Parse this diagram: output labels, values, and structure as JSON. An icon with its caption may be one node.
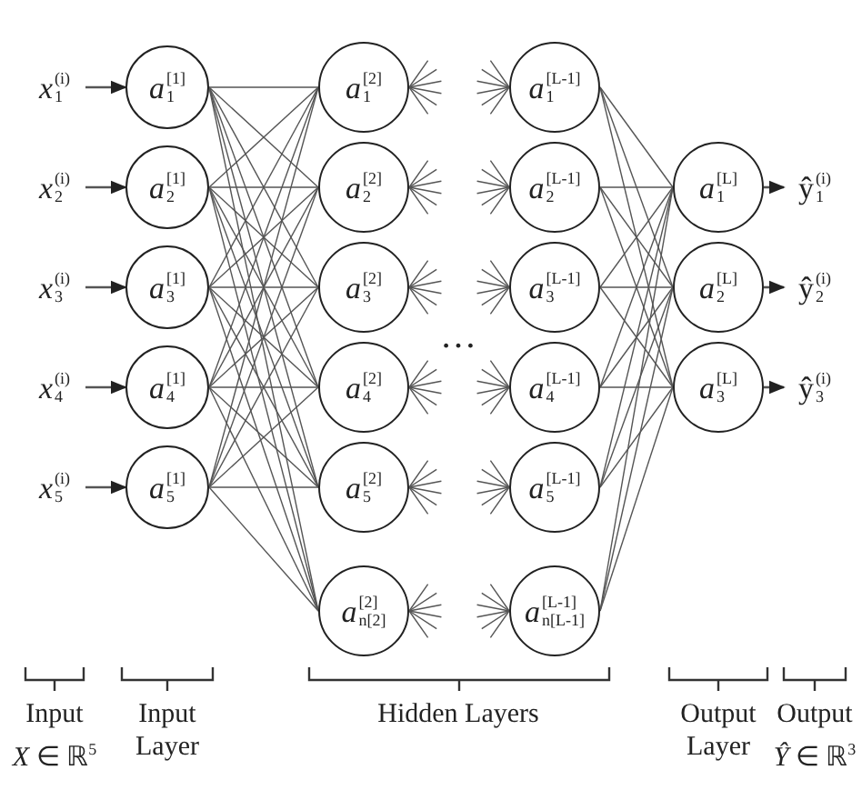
{
  "diagram": {
    "nodes": [
      {
        "text": [
          "*x*$_{1}$$^{(i)}$"
        ]
      },
      {
        "text": [
          "*x*$_{2}$$^{(i)}$"
        ]
      },
      {
        "text": [
          "*x*$_{3}$$^{(i)}$"
        ]
      },
      {
        "text": [
          "*x*$_{4}$$^{(i)}$"
        ]
      },
      {
        "text": [
          "*x*$_{5}$$^{(i)}$"
        ]
      },
      {
        "text": [
          "*a*$_{1}$$^{[1]}$"
        ]
      },
      {
        "text": [
          "*a*$_{2}$$^{[1]}$"
        ]
      },
      {
        "text": [
          "*a*$_{3}$$^{[1]}$"
        ]
      },
      {
        "text": [
          "*a*$_{4}$$^{[1]}$"
        ]
      },
      {
        "text": [
          "*a*$_{5}$$^{[1]}$"
        ]
      },
      {
        "text": [
          "*a*$_{1}$$^{[2]}$"
        ]
      },
      {
        "text": [
          "*a*$_{2}$$^{[2]}$"
        ]
      },
      {
        "text": [
          "*a*$_{3}$$^{[2]}$"
        ]
      },
      {
        "text": [
          "*a*$_{4}$$^{[2]}$"
        ]
      },
      {
        "text": [
          "*a*$_{5}$$^{[2]}$"
        ]
      },
      {
        "text": [
          "*a*$_{n[2]}$$^{[2]}$"
        ]
      },
      {
        "text": [
          "*a*$_{1}$$^{[L-1]}$"
        ]
      },
      {
        "text": [
          "*a*$_{2}$$^{[L-1]}$"
        ]
      },
      {
        "text": [
          "*a*$_{3}$$^{[L-1]}$"
        ]
      },
      {
        "text": [
          "*a*$_{4}$$^{[L-1]}$"
        ]
      },
      {
        "text": [
          "*a*$_{5}$$^{[L-1]}$"
        ]
      },
      {
        "text": [
          "*a*$_{n[L-1]}$$^{[L-1]}$"
        ]
      },
      {
        "text": [
          "*a*$_{1}$$^{[L]}$"
        ]
      },
      {
        "text": [
          "*a*$_{2}$$^{[L]}$"
        ]
      },
      {
        "text": [
          "*a*$_{3}$$^{[L]}$"
        ]
      },
      {
        "text": [
          "ŷ$_{1}$$^{(i)}$"
        ]
      },
      {
        "text": [
          "ŷ$_{2}$$^{(i)}$"
        ]
      },
      {
        "text": [
          "ŷ$_{3}$$^{(i)}$"
        ]
      }
    ],
    "edges": [
      {
        "from": 0,
        "to": 5,
        "arrow": "to"
      },
      {
        "from": 1,
        "to": 6,
        "arrow": "to"
      },
      {
        "from": 2,
        "to": 7,
        "arrow": "to"
      },
      {
        "from": 3,
        "to": 8,
        "arrow": "to"
      },
      {
        "from": 4,
        "to": 9,
        "arrow": "to"
      },
      {
        "from": 5,
        "to": 10,
        "arrow": "none"
      },
      {
        "from": 5,
        "to": 11,
        "arrow": "none"
      },
      {
        "from": 5,
        "to": 12,
        "arrow": "none"
      },
      {
        "from": 5,
        "to": 13,
        "arrow": "none"
      },
      {
        "from": 5,
        "to": 14,
        "arrow": "none"
      },
      {
        "from": 5,
        "to": 15,
        "arrow": "none"
      },
      {
        "from": 6,
        "to": 10,
        "arrow": "none"
      },
      {
        "from": 6,
        "to": 11,
        "arrow": "none"
      },
      {
        "from": 6,
        "to": 12,
        "arrow": "none"
      },
      {
        "from": 6,
        "to": 13,
        "arrow": "none"
      },
      {
        "from": 6,
        "to": 14,
        "arrow": "none"
      },
      {
        "from": 6,
        "to": 15,
        "arrow": "none"
      },
      {
        "from": 7,
        "to": 10,
        "arrow": "none"
      },
      {
        "from": 7,
        "to": 11,
        "arrow": "none"
      },
      {
        "from": 7,
        "to": 12,
        "arrow": "none"
      },
      {
        "from": 7,
        "to": 13,
        "arrow": "none"
      },
      {
        "from": 7,
        "to": 14,
        "arrow": "none"
      },
      {
        "from": 7,
        "to": 15,
        "arrow": "none"
      },
      {
        "from": 8,
        "to": 10,
        "arrow": "none"
      },
      {
        "from": 8,
        "to": 11,
        "arrow": "none"
      },
      {
        "from": 8,
        "to": 12,
        "arrow": "none"
      },
      {
        "from": 8,
        "to": 13,
        "arrow": "none"
      },
      {
        "from": 8,
        "to": 14,
        "arrow": "none"
      },
      {
        "from": 8,
        "to": 15,
        "arrow": "none"
      },
      {
        "from": 9,
        "to": 10,
        "arrow": "none"
      },
      {
        "from": 9,
        "to": 11,
        "arrow": "none"
      },
      {
        "from": 9,
        "to": 12,
        "arrow": "none"
      },
      {
        "from": 9,
        "to": 13,
        "arrow": "none"
      },
      {
        "from": 9,
        "to": 14,
        "arrow": "none"
      },
      {
        "from": 9,
        "to": 15,
        "arrow": "none"
      },
      {
        "from": 10,
        "to": null,
        "arrow": "none"
      },
      {
        "from": 10,
        "to": null,
        "arrow": "none"
      },
      {
        "from": 10,
        "to": null,
        "arrow": "none"
      },
      {
        "from": 10,
        "to": null,
        "arrow": "none"
      },
      {
        "from": 10,
        "to": null,
        "arrow": "none"
      },
      {
        "from": 10,
        "to": null,
        "arrow": "none"
      },
      {
        "from": 11,
        "to": null,
        "arrow": "none"
      },
      {
        "from": 11,
        "to": null,
        "arrow": "none"
      },
      {
        "from": 11,
        "to": null,
        "arrow": "none"
      },
      {
        "from": 11,
        "to": null,
        "arrow": "none"
      },
      {
        "from": 11,
        "to": null,
        "arrow": "none"
      },
      {
        "from": 11,
        "to": null,
        "arrow": "none"
      },
      {
        "from": 12,
        "to": null,
        "arrow": "none"
      },
      {
        "from": 12,
        "to": null,
        "arrow": "none"
      },
      {
        "from": 12,
        "to": null,
        "arrow": "none"
      },
      {
        "from": 12,
        "to": null,
        "arrow": "none"
      },
      {
        "from": 12,
        "to": null,
        "arrow": "none"
      },
      {
        "from": 12,
        "to": null,
        "arrow": "none"
      },
      {
        "from": 13,
        "to": null,
        "arrow": "none"
      },
      {
        "from": 13,
        "to": null,
        "arrow": "none"
      },
      {
        "from": 13,
        "to": null,
        "arrow": "none"
      },
      {
        "from": 13,
        "to": null,
        "arrow": "none"
      },
      {
        "from": 13,
        "to": null,
        "arrow": "none"
      },
      {
        "from": 13,
        "to": null,
        "arrow": "none"
      },
      {
        "from": 14,
        "to": null,
        "arrow": "none"
      },
      {
        "from": 14,
        "to": null,
        "arrow": "none"
      },
      {
        "from": 14,
        "to": null,
        "arrow": "none"
      },
      {
        "from": 14,
        "to": null,
        "arrow": "none"
      },
      {
        "from": 14,
        "to": null,
        "arrow": "none"
      },
      {
        "from": 14,
        "to": null,
        "arrow": "none"
      },
      {
        "from": 15,
        "to": null,
        "arrow": "none"
      },
      {
        "from": 15,
        "to": null,
        "arrow": "none"
      },
      {
        "from": 15,
        "to": null,
        "arrow": "none"
      },
      {
        "from": 15,
        "to": null,
        "arrow": "none"
      },
      {
        "from": 15,
        "to": null,
        "arrow": "none"
      },
      {
        "from": 15,
        "to": null,
        "arrow": "none"
      },
      {
        "from": null,
        "to": 16,
        "arrow": "none"
      },
      {
        "from": null,
        "to": 16,
        "arrow": "none"
      },
      {
        "from": null,
        "to": 16,
        "arrow": "none"
      },
      {
        "from": null,
        "to": 16,
        "arrow": "none"
      },
      {
        "from": null,
        "to": 16,
        "arrow": "none"
      },
      {
        "from": null,
        "to": 16,
        "arrow": "none"
      },
      {
        "from": null,
        "to": 17,
        "arrow": "none"
      },
      {
        "from": null,
        "to": 17,
        "arrow": "none"
      },
      {
        "from": null,
        "to": 17,
        "arrow": "none"
      },
      {
        "from": null,
        "to": 17,
        "arrow": "none"
      },
      {
        "from": null,
        "to": 17,
        "arrow": "none"
      },
      {
        "from": null,
        "to": 17,
        "arrow": "none"
      },
      {
        "from": null,
        "to": 18,
        "arrow": "none"
      },
      {
        "from": null,
        "to": 18,
        "arrow": "none"
      },
      {
        "from": null,
        "to": 18,
        "arrow": "none"
      },
      {
        "from": null,
        "to": 18,
        "arrow": "none"
      },
      {
        "from": null,
        "to": 18,
        "arrow": "none"
      },
      {
        "from": null,
        "to": 18,
        "arrow": "none"
      },
      {
        "from": null,
        "to": 19,
        "arrow": "none"
      },
      {
        "from": null,
        "to": 19,
        "arrow": "none"
      },
      {
        "from": null,
        "to": 19,
        "arrow": "none"
      },
      {
        "from": null,
        "to": 19,
        "arrow": "none"
      },
      {
        "from": null,
        "to": 19,
        "arrow": "none"
      },
      {
        "from": null,
        "to": 19,
        "arrow": "none"
      },
      {
        "from": null,
        "to": 20,
        "arrow": "none"
      },
      {
        "from": null,
        "to": 20,
        "arrow": "none"
      },
      {
        "from": null,
        "to": 20,
        "arrow": "none"
      },
      {
        "from": null,
        "to": 20,
        "arrow": "none"
      },
      {
        "from": null,
        "to": 20,
        "arrow": "none"
      },
      {
        "from": null,
        "to": 20,
        "arrow": "none"
      },
      {
        "from": null,
        "to": 21,
        "arrow": "none"
      },
      {
        "from": null,
        "to": 21,
        "arrow": "none"
      },
      {
        "from": null,
        "to": 21,
        "arrow": "none"
      },
      {
        "from": null,
        "to": 21,
        "arrow": "none"
      },
      {
        "from": null,
        "to": 21,
        "arrow": "none"
      },
      {
        "from": null,
        "to": 21,
        "arrow": "none"
      },
      {
        "from": 16,
        "to": 22,
        "arrow": "none"
      },
      {
        "from": 16,
        "to": 23,
        "arrow": "none"
      },
      {
        "from": 16,
        "to": 24,
        "arrow": "none"
      },
      {
        "from": 17,
        "to": 22,
        "arrow": "none"
      },
      {
        "from": 17,
        "to": 23,
        "arrow": "none"
      },
      {
        "from": 17,
        "to": 24,
        "arrow": "none"
      },
      {
        "from": 18,
        "to": 22,
        "arrow": "none"
      },
      {
        "from": 18,
        "to": 23,
        "arrow": "none"
      },
      {
        "from": 18,
        "to": 24,
        "arrow": "none"
      },
      {
        "from": 19,
        "to": 22,
        "arrow": "none"
      },
      {
        "from": 19,
        "to": 23,
        "arrow": "none"
      },
      {
        "from": 19,
        "to": 24,
        "arrow": "none"
      },
      {
        "from": 20,
        "to": 22,
        "arrow": "none"
      },
      {
        "from": 20,
        "to": 23,
        "arrow": "none"
      },
      {
        "from": 20,
        "to": 24,
        "arrow": "none"
      },
      {
        "from": 21,
        "to": 22,
        "arrow": "none"
      },
      {
        "from": 21,
        "to": 23,
        "arrow": "none"
      },
      {
        "from": 21,
        "to": 24,
        "arrow": "none"
      },
      {
        "from": 22,
        "to": 25,
        "arrow": "to"
      },
      {
        "from": 23,
        "to": 26,
        "arrow": "to"
      },
      {
        "from": 24,
        "to": 27,
        "arrow": "to"
      }
    ],
    "labels": [
      "…",
      "Input",
      "*X* ∈ ℝ$^{5}$",
      "Input Layer",
      "Hidden Layers",
      "Output Layer",
      "Output",
      "*Ŷ* ∈ ℝ$^{3}$"
    ]
  }
}
